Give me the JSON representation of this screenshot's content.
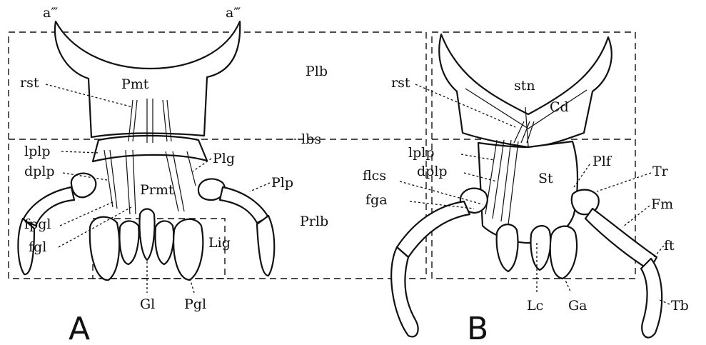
{
  "figure_a": {
    "panel_letter": "A",
    "labels": {
      "a_left": "a‴",
      "a_right": "a‴",
      "pmt": "Pmt",
      "rst": "rst",
      "plb": "Plb",
      "lbs": "lbs",
      "lplp": "lplp",
      "dplp": "dplp",
      "plg": "Plg",
      "prmt": "Prmt",
      "plp": "Plp",
      "fpgl": "fpgl",
      "fgl": "fgl",
      "prlb": "Prlb",
      "lig": "Lig",
      "gl": "Gl",
      "pgl": "Pgl"
    }
  },
  "figure_b": {
    "panel_letter": "B",
    "labels": {
      "rst": "rst",
      "stn": "stn",
      "cd": "Cd",
      "lplp": "lplp",
      "dplp": "dplp",
      "flcs": "flcs",
      "fga": "fga",
      "st": "St",
      "plf": "Plf",
      "tr": "Tr",
      "fm": "Fm",
      "ft": "ft",
      "tb": "Tb",
      "lc": "Lc",
      "ga": "Ga"
    }
  }
}
